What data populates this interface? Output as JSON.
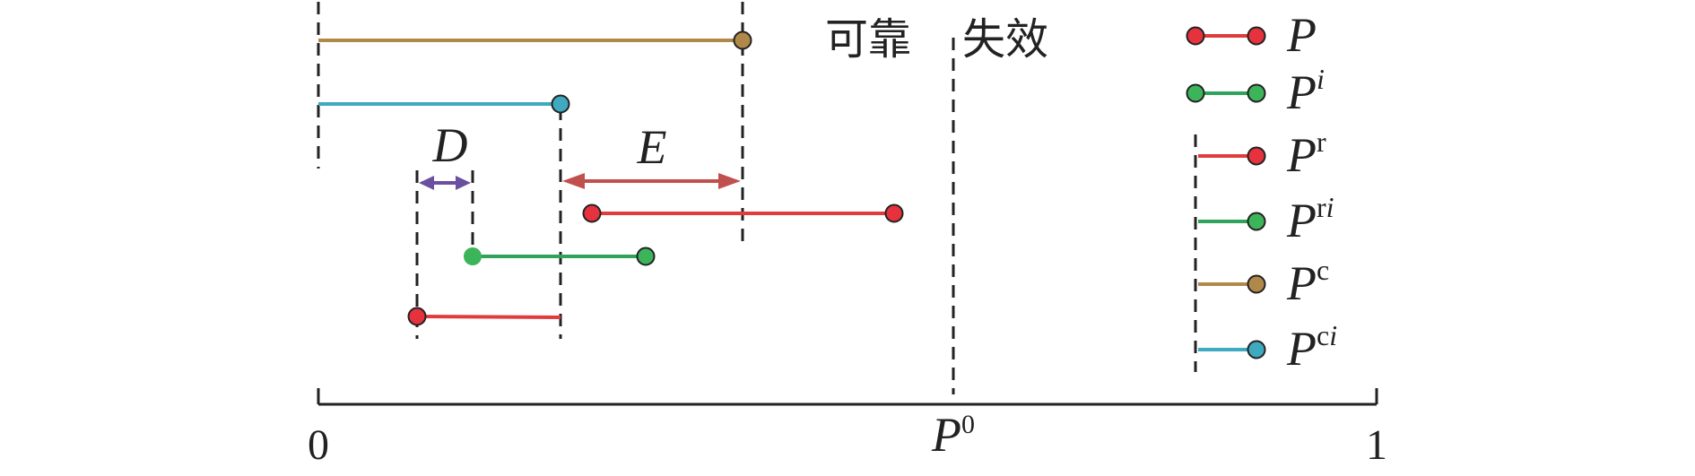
{
  "axis": {
    "tick_start": "0",
    "tick_mid_main": "P",
    "tick_mid_sup": "0",
    "tick_end": "1"
  },
  "regions": {
    "reliable": "可靠",
    "failure": "失效"
  },
  "dimensions": {
    "d_label": "D",
    "e_label": "E"
  },
  "legend": [
    {
      "main": "P",
      "sup": "",
      "style": "interval",
      "line_color": "#e03c3c",
      "dot_color": "#e5323c"
    },
    {
      "main": "P",
      "sup": "i",
      "sup_italic": true,
      "style": "interval",
      "line_color": "#2fa35a",
      "dot_color": "#3cb45a"
    },
    {
      "main": "P",
      "sup": "r",
      "sup_italic": false,
      "style": "bounded",
      "line_color": "#e03c3c",
      "dot_color": "#e5323c"
    },
    {
      "main": "P",
      "sup": "ri",
      "sup_italic": "mixed",
      "style": "bounded",
      "line_color": "#2fa35a",
      "dot_color": "#3cb45a"
    },
    {
      "main": "P",
      "sup": "c",
      "sup_italic": false,
      "style": "bounded",
      "line_color": "#b0894a",
      "dot_color": "#b0894a"
    },
    {
      "main": "P",
      "sup": "ci",
      "sup_italic": "mixed",
      "style": "bounded",
      "line_color": "#3fa9c0",
      "dot_color": "#3fa9c0"
    }
  ],
  "colors": {
    "red_line": "#e03c3c",
    "red_dot": "#e5323c",
    "green_line": "#2fa35a",
    "green_dot": "#3cb45a",
    "brown": "#b0894a",
    "cyan": "#3fa9c0",
    "purple": "#6b4fa0",
    "arrow_red": "#c0504d",
    "ink": "#222222"
  }
}
